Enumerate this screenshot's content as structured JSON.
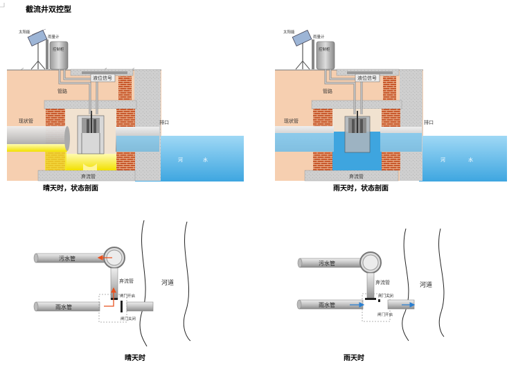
{
  "title": "截流井双控型",
  "cross_sections": {
    "dry": {
      "caption": "晴天时，状态剖面",
      "solar": "太阳能",
      "rain_gauge": "雨量计",
      "cabinet": "控制柜",
      "pipe": "管路",
      "level_signal": "液位信号",
      "existing_pipe": "现状管",
      "outlet": "排口",
      "river": "河",
      "water": "水",
      "bypass": "弃流管"
    },
    "rain": {
      "caption": "雨天时，状态剖面",
      "solar": "太阳能",
      "rain_gauge": "雨量计",
      "cabinet": "控制柜",
      "pipe": "管路",
      "level_signal": "液位信号",
      "existing_pipe": "现状管",
      "outlet": "排口",
      "river": "河",
      "water": "水",
      "bypass": "弃流管"
    }
  },
  "plans": {
    "dry": {
      "caption": "晴天时",
      "sewage": "污水管",
      "storm": "雨水管",
      "bypass": "弃流管",
      "gate_open": "闸门开启",
      "gate_closed": "闸门关闭",
      "river": "河道"
    },
    "rain": {
      "caption": "雨天时",
      "sewage": "污水管",
      "storm": "雨水管",
      "bypass": "弃流管",
      "gate_open": "闸门开启",
      "gate_closed": "闸门关闭",
      "river": "河道"
    }
  },
  "colors": {
    "soil": "#f6cfb0",
    "brick": "#c8582b",
    "water": "#5bb8e8",
    "sewage": "#f5e626",
    "concrete": "#c9c9c9",
    "arrow_dry": "#e8501e",
    "arrow_rain": "#2a7fd0"
  }
}
